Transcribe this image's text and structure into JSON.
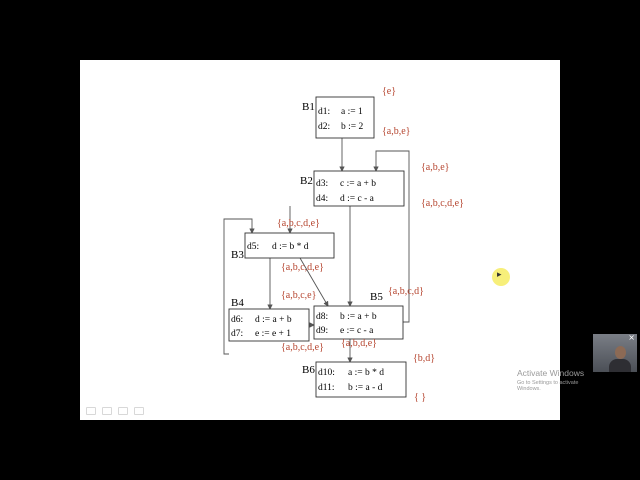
{
  "blocks": [
    {
      "id": "B1",
      "label": "B1",
      "lines": [
        {
          "def": "d1:",
          "stmt": "a := 1"
        },
        {
          "def": "d2:",
          "stmt": "b := 2"
        }
      ]
    },
    {
      "id": "B2",
      "label": "B2",
      "lines": [
        {
          "def": "d3:",
          "stmt": "c := a + b"
        },
        {
          "def": "d4:",
          "stmt": "d := c - a"
        }
      ]
    },
    {
      "id": "B3",
      "label": "B3",
      "lines": [
        {
          "def": "d5:",
          "stmt": "d := b * d"
        }
      ]
    },
    {
      "id": "B4",
      "label": "B4",
      "lines": [
        {
          "def": "d6:",
          "stmt": "d := a + b"
        },
        {
          "def": "d7:",
          "stmt": "e := e + 1"
        }
      ]
    },
    {
      "id": "B5",
      "label": "B5",
      "lines": [
        {
          "def": "d8:",
          "stmt": "b := a + b"
        },
        {
          "def": "d9:",
          "stmt": "e := c - a"
        }
      ]
    },
    {
      "id": "B6",
      "label": "B6",
      "lines": [
        {
          "def": "d10:",
          "stmt": "a := b * d"
        },
        {
          "def": "d11:",
          "stmt": "b := a - d"
        }
      ]
    }
  ],
  "annotations": [
    {
      "id": "a1",
      "text": "{e}"
    },
    {
      "id": "a2",
      "text": "{a,b,e}"
    },
    {
      "id": "a3",
      "text": "{a,b,e}"
    },
    {
      "id": "a4",
      "text": "{a,b,c,d,e}"
    },
    {
      "id": "a5",
      "text": "{a,b,c,d,e}"
    },
    {
      "id": "a6",
      "text": "{a,b,c,d,e}"
    },
    {
      "id": "a7",
      "text": "{a,b,c,e}"
    },
    {
      "id": "a8",
      "text": "{a,b,c,d}"
    },
    {
      "id": "a9",
      "text": "{a,b,c,d,e}"
    },
    {
      "id": "a10",
      "text": "{a,b,d,e}"
    },
    {
      "id": "a11",
      "text": "{b,d}"
    },
    {
      "id": "a12",
      "text": "{ }"
    }
  ],
  "watermark": {
    "title": "Activate Windows",
    "subtitle": "Go to Settings to activate Windows."
  },
  "webcam": {
    "close_glyph": "×"
  },
  "cursor": {
    "glyph": "▸"
  },
  "colors": {
    "annotation": "#b5442e",
    "edge": "#555555",
    "block_border": "#333333"
  }
}
